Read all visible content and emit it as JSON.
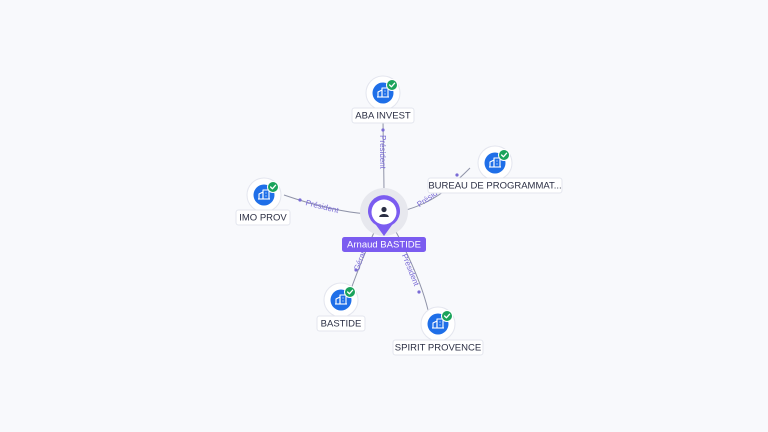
{
  "center": {
    "name": "Arnaud BASTIDE",
    "icon": "person-icon",
    "color": "#7b5cf0"
  },
  "companies": [
    {
      "id": "aba-invest",
      "name": "ABA INVEST",
      "relation": "Président",
      "verified": true
    },
    {
      "id": "bureau",
      "name": "BUREAU DE PROGRAMMAT...",
      "relation": "Président",
      "verified": true
    },
    {
      "id": "imo-prov",
      "name": "IMO PROV",
      "relation": "Président",
      "verified": true
    },
    {
      "id": "bastide",
      "name": "BASTIDE",
      "relation": "Gérant",
      "verified": true
    },
    {
      "id": "spirit-provence",
      "name": "SPIRIT PROVENCE",
      "relation": "Président",
      "verified": true
    }
  ],
  "colors": {
    "company_icon": "#1f6fe8",
    "verified": "#1aa35b",
    "edge": "#8f93a8",
    "edge_label": "#7a6bd6"
  }
}
